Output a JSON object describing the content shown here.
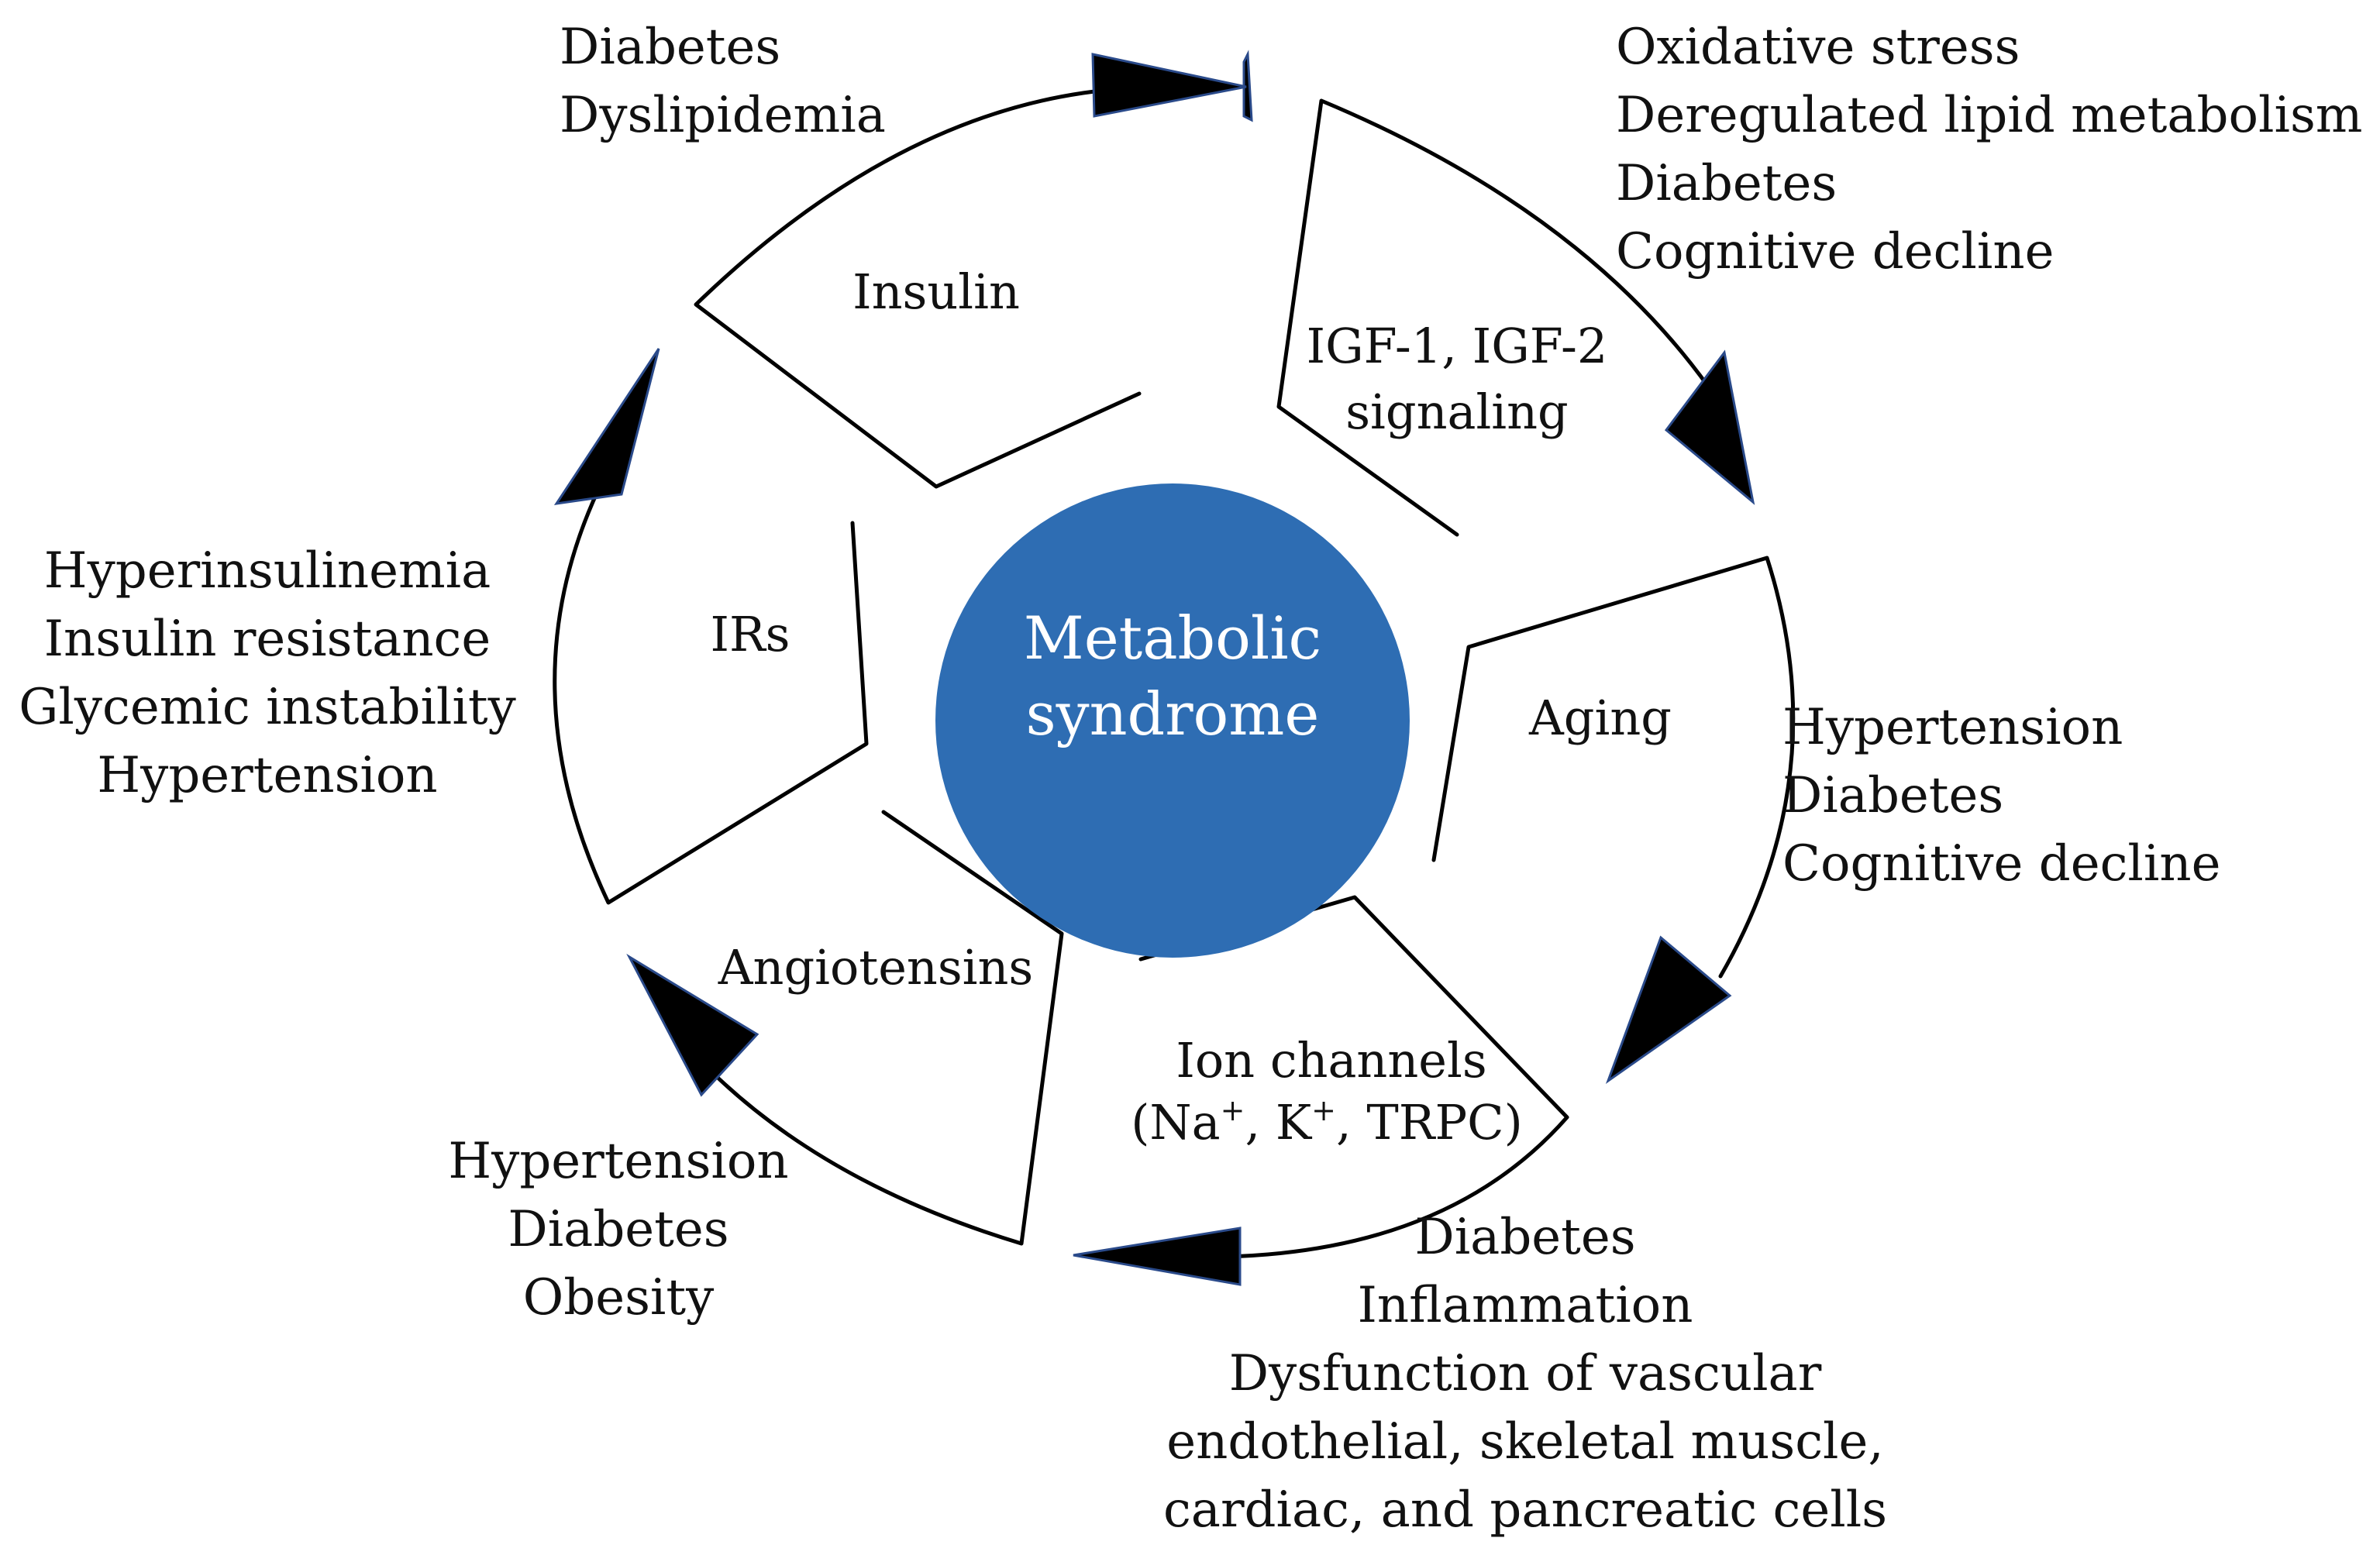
{
  "center": {
    "line1": "Metabolic",
    "line2": "syndrome",
    "color": "#2e6db3"
  },
  "segments": {
    "insulin": "Insulin",
    "igf_line1": "IGF-1, IGF-2",
    "igf_line2": "signaling",
    "aging": "Aging",
    "ion_line1": "Ion channels",
    "ion_prefix": "(Na",
    "ion_plus1": "+",
    "ion_k": ", K",
    "ion_plus2": "+",
    "ion_suffix": ", TRPC)",
    "angiotensins": "Angiotensins",
    "irs": "IRs"
  },
  "outcomes": {
    "insulin": [
      "Diabetes",
      "Dyslipidemia"
    ],
    "igf": [
      "Oxidative stress",
      "Deregulated lipid metabolism",
      "Diabetes",
      "Cognitive decline"
    ],
    "aging": [
      "Hypertension",
      "Diabetes",
      "Cognitive decline"
    ],
    "ion": [
      "Diabetes",
      "Inflammation",
      "Dysfunction of vascular",
      "endothelial, skeletal muscle,",
      "cardiac, and pancreatic cells"
    ],
    "angiotensins": [
      "Hypertension",
      "Diabetes",
      "Obesity"
    ],
    "irs": [
      "Hyperinsulinemia",
      "Insulin resistance",
      "Glycemic instability",
      "Hypertension"
    ]
  },
  "colors": {
    "stroke": "#000000",
    "arrowhead": "#000000",
    "arrow_edge": "#2a4a8a"
  }
}
